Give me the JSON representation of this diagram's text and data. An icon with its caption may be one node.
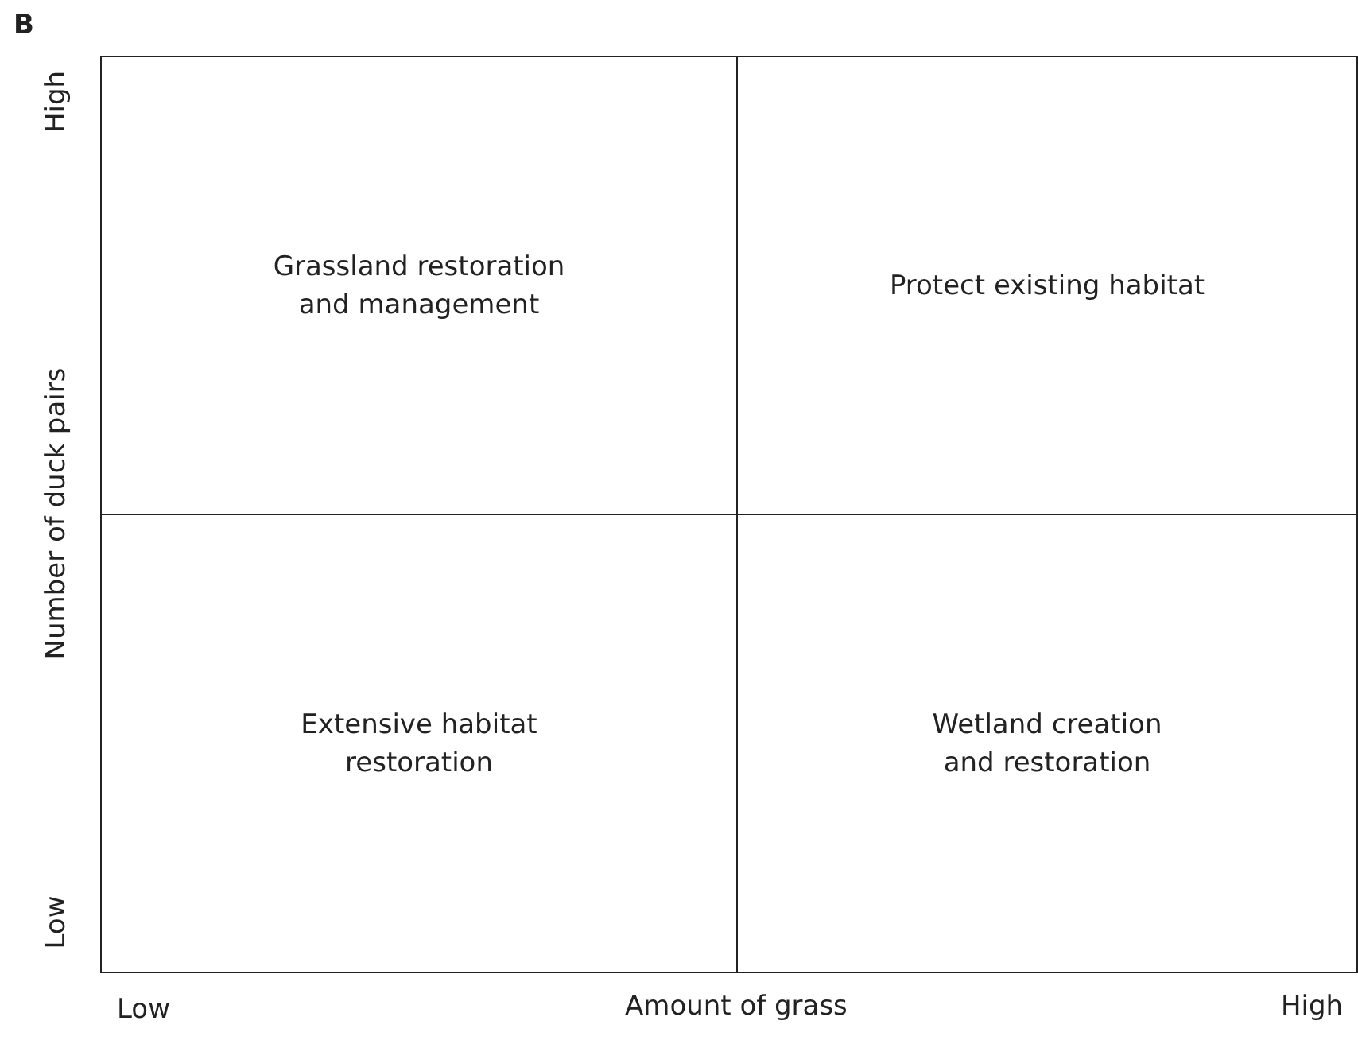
{
  "diagram": {
    "nodes": [
      {
        "text": [
          "Grassland restoration and management"
        ]
      },
      {
        "text": [
          "Protect existing habitat"
        ]
      },
      {
        "text": [
          "Extensive habitat restoration"
        ]
      },
      {
        "text": [
          "Wetland creation and restoration"
        ]
      }
    ],
    "labels": [
      "B",
      "High",
      "Number of duck pairs",
      "Low",
      "Low",
      "Amount of grass",
      "High"
    ]
  }
}
